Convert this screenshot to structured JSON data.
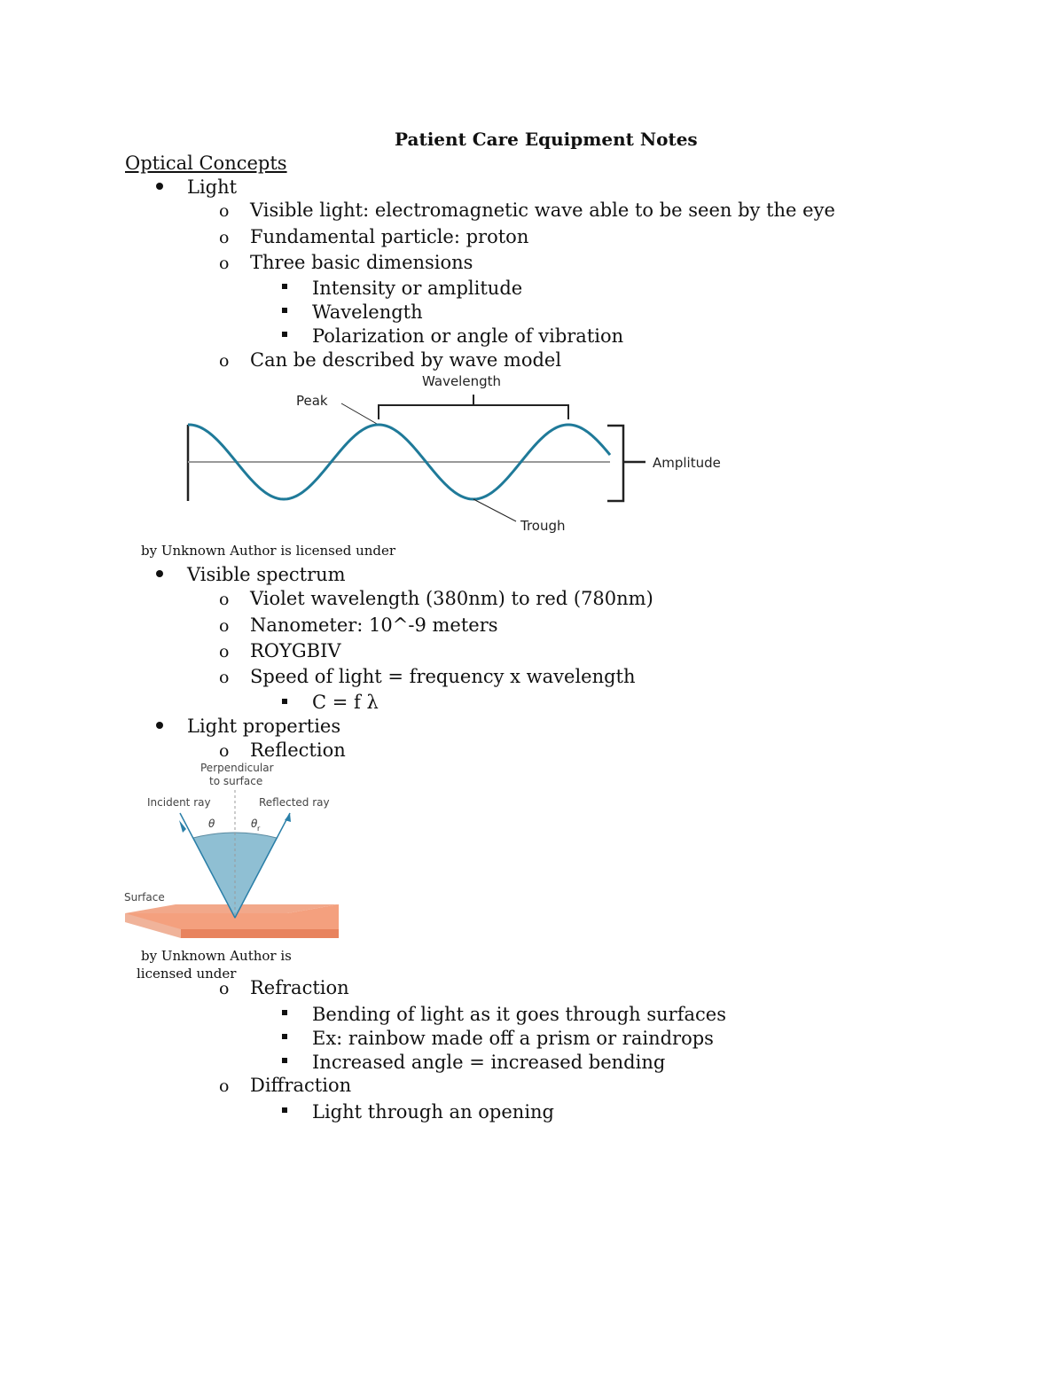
{
  "title": "Patient Care Equipment Notes",
  "section": "Optical Concepts",
  "light": {
    "label": "Light",
    "items": [
      "Visible light: electromagnetic wave able to be seen by the eye",
      "Fundamental particle: proton",
      "Three basic dimensions"
    ],
    "dimensions": [
      "Intensity or amplitude",
      "Wavelength",
      "Polarization or angle of vibration"
    ],
    "wave_model": "Can be described by wave model"
  },
  "wave_figure": {
    "wavelength": "Wavelength",
    "peak": "Peak",
    "amplitude": "Amplitude",
    "trough": "Trough",
    "caption": "by Unknown Author is licensed under",
    "colors": {
      "wave": "#1f7a99",
      "axis": "#999999"
    }
  },
  "visible_spectrum": {
    "label": "Visible spectrum",
    "items": [
      "Violet wavelength (380nm) to red (780nm)",
      "Nanometer: 10^-9 meters",
      "ROYGBIV",
      "Speed of light = frequency x wavelength"
    ],
    "formula": "C = f λ"
  },
  "light_properties": {
    "label": "Light properties",
    "reflection": "Reflection"
  },
  "reflection_figure": {
    "perpendicular_1": "Perpendicular",
    "perpendicular_2": "to surface",
    "incident": "Incident ray",
    "reflected": "Reflected ray",
    "theta_i": "θ",
    "theta_r": "θ",
    "theta_sub": "r",
    "surface": "Surface",
    "caption_1": "by Unknown Author is",
    "caption_2": "licensed under",
    "colors": {
      "cone": "#8fbfd3",
      "surface_top": "#f2a88a",
      "surface_side": "#e8835e",
      "ray": "#2a7fa8"
    }
  },
  "refraction": {
    "label": "Refraction",
    "items": [
      "Bending of light as it goes through surfaces",
      "Ex: rainbow made off a prism or raindrops",
      "Increased angle = increased bending"
    ]
  },
  "diffraction": {
    "label": "Diffraction",
    "items": [
      "Light through an opening"
    ]
  }
}
